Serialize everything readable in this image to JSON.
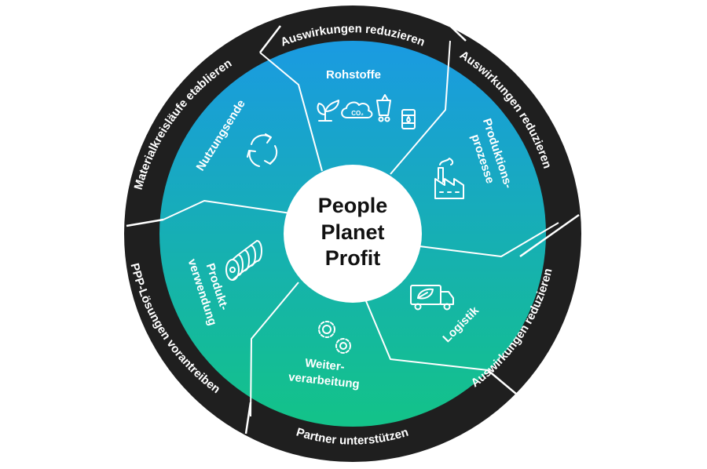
{
  "colors": {
    "ring": "#1f1f1f",
    "gradient_top": "#1a9be0",
    "gradient_bottom": "#13c28a",
    "divider": "#ffffff",
    "center": "#ffffff",
    "text": "#ffffff",
    "center_text": "#111111"
  },
  "center": {
    "line1": "People",
    "line2": "Planet",
    "line3": "Profit"
  },
  "segments": [
    {
      "name": "raw-materials",
      "label": "Rohstoffe",
      "icon": "raw-materials-icons"
    },
    {
      "name": "production",
      "label_line1": "Produktions-",
      "label_line2": "prozesse",
      "icon": "factory-icon"
    },
    {
      "name": "logistics",
      "label": "Logistik",
      "icon": "truck-icon"
    },
    {
      "name": "processing",
      "label_line1": "Weiter-",
      "label_line2": "verarbeitung",
      "icon": "gears-icon"
    },
    {
      "name": "product-use",
      "label_line1": "Produkt-",
      "label_line2": "verwendung",
      "icon": "coil-rolls-icon"
    },
    {
      "name": "end-of-use",
      "label": "Nutzungsende",
      "icon": "recycle-icon"
    }
  ],
  "ring": {
    "top": "Auswirkungen reduzieren",
    "right_upper": "Auswirkungen reduzieren",
    "right_lower": "Auswirkungen reduzieren",
    "bottom": "Partner unterstützen",
    "left_lower": "PPP-Lösungen vorantreiben",
    "left_upper": "Materialkreisläufe etablieren"
  },
  "icon_labels": {
    "co2": "CO₂"
  }
}
